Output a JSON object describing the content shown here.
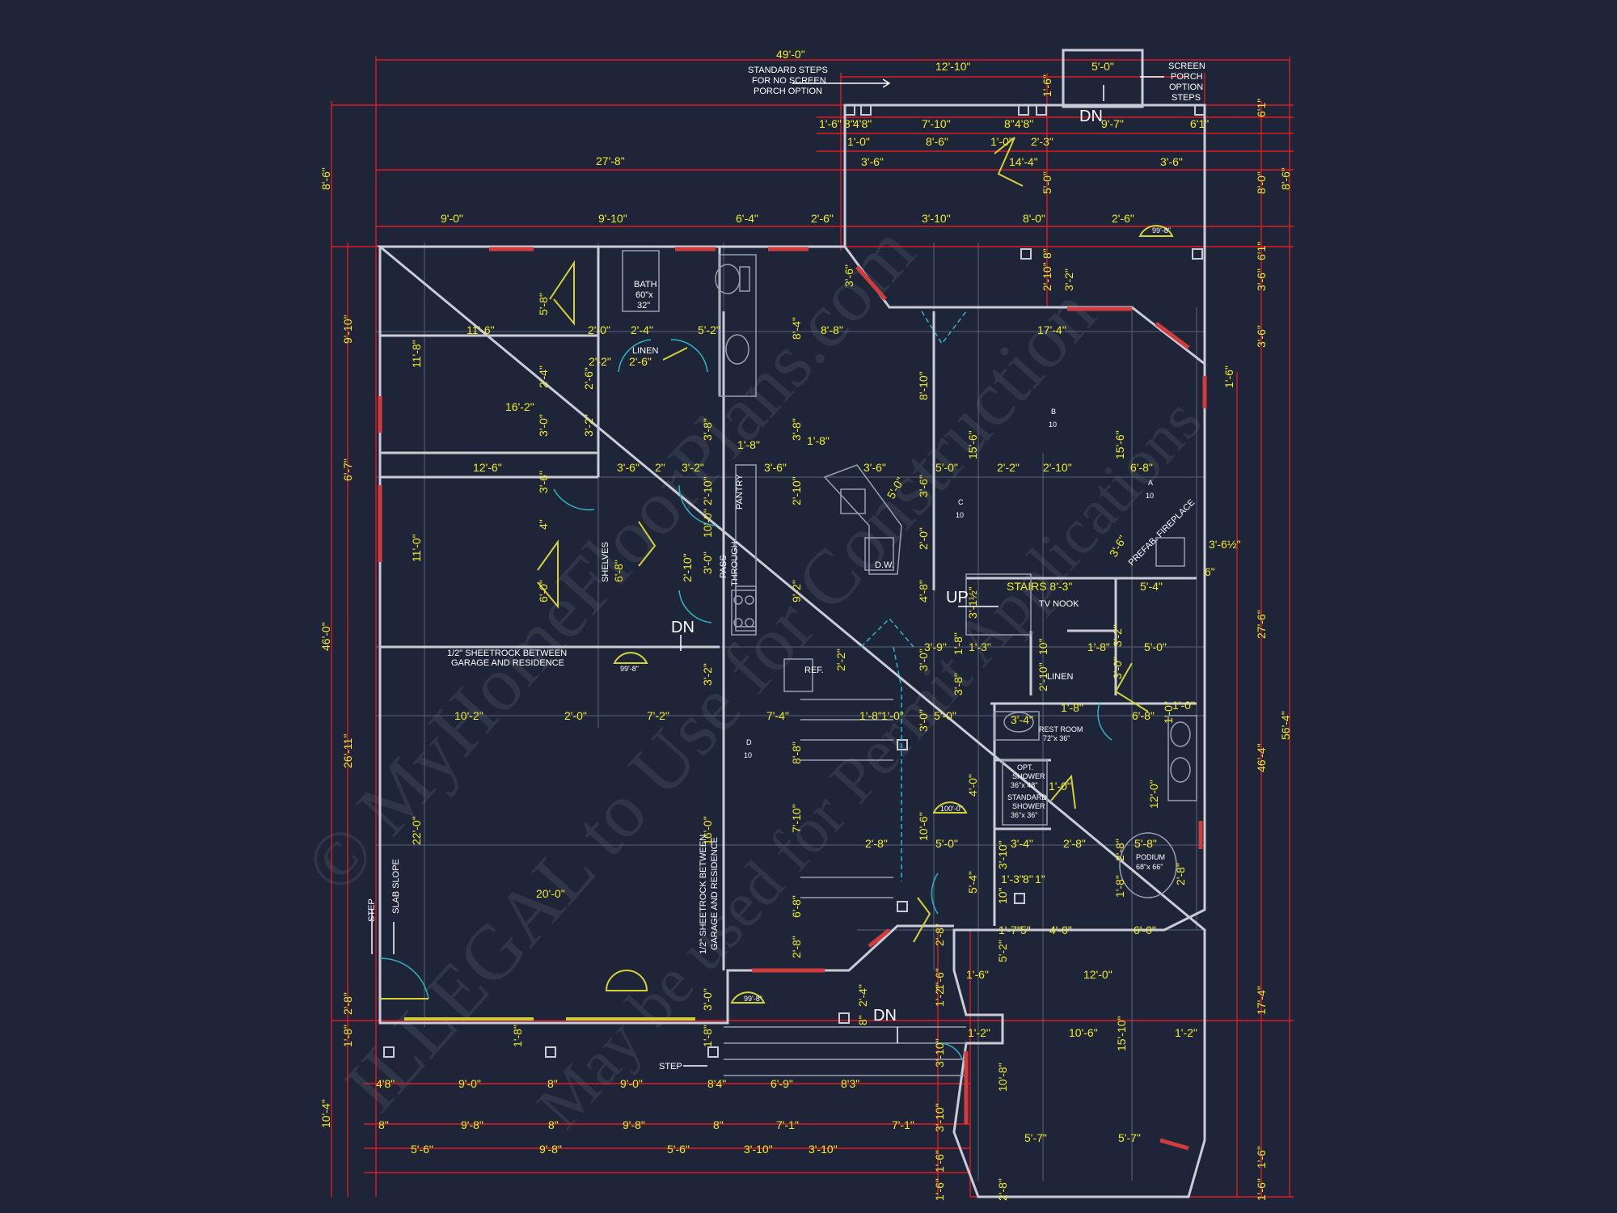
{
  "watermark": {
    "line1": "© MyHomeFloorPlans.com",
    "line2": "ILLEGAL to Use for Construction",
    "line3": "May be used for Permit Applications"
  },
  "notes": {
    "steps_std_1": "STANDARD STEPS",
    "steps_std_2": "FOR NO SCREEN",
    "steps_std_3": "PORCH OPTION",
    "screen_1": "SCREEN",
    "screen_2": "PORCH",
    "screen_3": "OPTION",
    "screen_4": "STEPS",
    "sheetrock_1_a": "1/2\" SHEETROCK BETWEEN",
    "sheetrock_1_b": "GARAGE AND RESIDENCE",
    "sheetrock_2_a": "1/2\" SHEETROCK BETWEEN",
    "sheetrock_2_b": "GARAGE AND RESIDENCE",
    "slab_slope": "SLAB SLOPE",
    "step_garage": "STEP",
    "step_front": "STEP"
  },
  "labels": {
    "dn_top": "DN",
    "dn_mid": "DN",
    "dn_front": "DN",
    "up": "UP",
    "bath_1": "BATH",
    "bath_2": "60\"x",
    "bath_3": "32\"",
    "linen_top": "LINEN",
    "linen_mid": "LINEN",
    "pantry": "PANTRY",
    "pass_1": "PASS",
    "pass_2": "THROUGH",
    "shelves": "SHELVES",
    "dw": "D.W.",
    "ref": "REF.",
    "stairs": "STAIRS 8'-3\"",
    "tv_nook": "TV NOOK",
    "fireplace": "PREFAB. FIREPLACE",
    "restroom_1": "REST ROOM",
    "restroom_2": "72\"x 36\"",
    "shower_1": "OPT.",
    "shower_2": "SHOWER",
    "shower_3": "36\"x 48\"",
    "shower_4": "STANDARD",
    "shower_5": "SHOWER",
    "shower_6": "36\"x 36\"",
    "podium_1": "PODIUM",
    "podium_2": "68\"x 66\"",
    "ceil_1": "99'-8\"",
    "ceil_2": "99'-8\"",
    "ceil_3": "100'-0\"",
    "ceil_4": "99'-8\"",
    "ceil_5": "99'-8\"",
    "room_b": "B",
    "room_b_n": "10",
    "room_c": "C",
    "room_c_n": "10",
    "room_a": "A",
    "room_a_n": "10",
    "room_d": "D",
    "room_d_n": "10"
  },
  "dims": {
    "overall_top": "49'-0\"",
    "porch_width": "12'-10\"",
    "steps_width": "5'-0\"",
    "t_27_8": "27'-8\"",
    "t_9_0": "9'-0\"",
    "t_9_10": "9'-10\"",
    "t_6_4": "6'-4\"",
    "t_2_6a": "2'-6\"",
    "t_3_10": "3'-10\"",
    "t_8_0": "8'-0\"",
    "t_2_6b": "2'-6\"",
    "t_1_6": "1'-6\"",
    "t_8a": "8\"",
    "t_4_8": "4'8\"",
    "t_7_10": "7'-10\"",
    "t_8b": "8\"",
    "t_4_8b": "4'8\"",
    "t_9_7": "9'-7\"",
    "t_6_1": "6'1\"",
    "t_1_0": "1'-0\"",
    "t_8_6": "8'-6\"",
    "t_1_0b": "1'-0\"",
    "t_2_3": "2'-3\"",
    "t_3_6a": "3'-6\"",
    "t_14_4": "14'-4\"",
    "t_3_6b": "3'-6\"",
    "v_8_6_left": "8'-6\"",
    "v_9_10": "9'-10\"",
    "v_6_7": "6'-7\"",
    "v_46_0": "46'-0\"",
    "v_26_11": "26'-11\"",
    "v_2_8": "2'-8\"",
    "v_1_8": "1'-8\"",
    "v_10_4": "10'-4\"",
    "r_6_1": "6'1\"",
    "r_8_0": "8'-0\"",
    "r_8_6": "8'-6\"",
    "r_6_1b": "6'1\"",
    "r_3_6a": "3'-6\"",
    "r_3_6b": "3'-6\"",
    "r_1_6": "1'-6\"",
    "r_27_6": "27'-6\"",
    "r_46_4": "46'-4\"",
    "r_56_4": "56'-4\"",
    "r_17_4": "17'-4\"",
    "r_1_6b": "1'-6\"",
    "r_3_6_half": "3'-6½\"",
    "r_6": "6\"",
    "i_11_6": "11'-6\"",
    "i_2_0a": "2'-0\"",
    "i_2_4": "2'-4\"",
    "i_5_2": "5'-2\"",
    "i_8_8": "8'-8\"",
    "i_17_4": "17'-4\"",
    "i_5_8": "5'-8\"",
    "i_8_4": "8'-4\"",
    "i_11_8": "11'-8\"",
    "i_2_2": "2'-2\"",
    "i_2_6": "2'-6\"",
    "i_16_2": "16'-2\"",
    "i_2_4v": "2'-4\"",
    "i_2_6v": "2'-6\"",
    "i_3_0v": "3'-0\"",
    "i_3_2v": "3'-2\"",
    "i_8_10": "8'-10\"",
    "i_15_6a": "15'-6\"",
    "i_15_6b": "15'-6\"",
    "i_3_8": "3'-8\"",
    "i_3_8b": "3'-8\"",
    "i_1_8a": "1'-8\"",
    "i_1_8b": "1'-8\"",
    "i_12_6": "12'-6\"",
    "i_3_6c": "3'-6\"",
    "i_2in": "2\"",
    "i_3_2": "3'-2\"",
    "i_3_6d": "3'-6\"",
    "i_3_6e": "3'-6\"",
    "i_5_0a": "5'-0\"",
    "i_2_2b": "2'-2\"",
    "i_2_10a": "2'-10\"",
    "i_6_8": "6'-8\"",
    "i_11_0": "11'-0\"",
    "i_3_6v": "3'-6\"",
    "i_4": "4\"",
    "i_6_0v": "6'-0\"",
    "i_2_10v": "2'-10\"",
    "i_2_10w": "2'-10\"",
    "i_10_0v": "10'-0\"",
    "i_3_0w": "3'-0\"",
    "i_9_2": "9'-2\"",
    "i_2_10x": "2'-10\"",
    "i_2_0v": "2'-0\"",
    "i_4_8v": "4'-8\"",
    "i_5_0v": "5'-0\"",
    "i_3_6f": "3'-6\"",
    "i_3_6g": "3'-6\"",
    "i_3_1h": "3'-1½\"",
    "i_5_4": "5'-4\"",
    "i_3_9": "3'-9\"",
    "i_1_3": "1'-3\"",
    "i_1_8c": "1'-8\"",
    "i_5_0b": "5'-0\"",
    "i_10": "10\"",
    "i_2_10y": "2'-10\"",
    "i_3_2w": "3'-2\"",
    "i_3_0x": "3'-0\"",
    "i_2_2v": "2'-2\"",
    "i_3_2x": "3'-2\"",
    "i_3_0y": "3'-0\"",
    "i_1_8d": "1'-8\"",
    "i_3_8v": "3'-8\"",
    "i_6_8b": "6'-8\"",
    "i_1_0v": "1'-0\"",
    "i_1_0w": "1'-0\"",
    "i_10_2": "10'-2\"",
    "i_2_0b": "2'-0\"",
    "i_7_2": "7'-2\"",
    "i_7_4": "7'-4\"",
    "i_1_8e": "1'-8\"",
    "i_1_0x": "1'-0\"",
    "i_5_0c": "5'-0\"",
    "i_3_4": "3'-4\"",
    "i_1_8f": "1'-8\"",
    "i_6_8c": "6'-8\"",
    "i_8_8v": "8'-8\"",
    "i_22_0": "22'-0\"",
    "i_16_0": "16'-0\"",
    "i_7_10v": "7'-10\"",
    "i_10_6": "10'-6\"",
    "i_4_0v": "4'-0\"",
    "i_1_0y": "1'-0\"",
    "i_12_0v": "12'-0\"",
    "i_2_8a": "2'-8\"",
    "i_5_0d": "5'-0\"",
    "i_3_4b": "3'-4\"",
    "i_2_8b": "2'-8\"",
    "i_5_8b": "5'-8\"",
    "i_2_8c": "2'-8\"",
    "i_2_8d": "2'-8\"",
    "i_20_0": "20'-0\"",
    "i_6_8v": "6'-8\"",
    "i_5_4v": "5'-4\"",
    "i_3_10v": "3'-10\"",
    "i_1_3b": "1'-3\"",
    "i_8": "8\"",
    "i_1": "1\"",
    "i_1_8g": "1'-8\"",
    "i_2_8e": "2'-8\"",
    "i_1_7": "1'-7\"",
    "i_5": "5\"",
    "i_4_0": "4'-0\"",
    "i_6_0": "6'-0\"",
    "i_12_0": "12'-0\"",
    "i_3_0z": "3'-0\"",
    "i_2_8f": "2'-8\"",
    "i_2_4w": "2'-4\"",
    "i_1_6c": "1'-6\"",
    "i_1_2a": "1'-2\"",
    "i_10_6b": "10'-6\"",
    "i_1_2b": "1'-2\"",
    "i_15_10": "15'-10\"",
    "i_3_10w": "3'-10\"",
    "i_10_8": "10'-8\"",
    "i_5_7a": "5'-7\"",
    "i_5_7b": "5'-7\"",
    "i_1_6d": "1'-6\"",
    "i_2_8g": "2'-8\"",
    "b_4_8": "4'8\"",
    "b_9_0a": "9'-0\"",
    "b_8a": "8\"",
    "b_9_0b": "9'-0\"",
    "b_8_4": "8'4\"",
    "b_6_9": "6'-9\"",
    "b_8_3": "8'3\"",
    "b_8b": "8\"",
    "b_9_8a": "9'-8\"",
    "b_9_8b": "9'-8\"",
    "b_8c": "8\"",
    "b_7_1": "7'-1\"",
    "b_7_1b": "7'-1\"",
    "b_5_6a": "5'-6\"",
    "b_9_8c": "9'-8\"",
    "b_5_6b": "5'-6\"",
    "b_3_10a": "3'-10\"",
    "b_3_10b": "3'-10\"",
    "b_1_8": "1'-8\"",
    "b_1_6": "1'-6\"",
    "b_1_6b": "1'-6\"",
    "b_1_2": "1'-2\"",
    "b_8d": "8\"",
    "b_3_10c": "3'-10\"",
    "b_3_10d": "3'-10\"",
    "b_1_6c": "1'-6\"",
    "b_1_6e": "1'-6\"",
    "b_2_8": "2'-8\"",
    "b_1_6f": "1'-6\"",
    "b_2_4": "2'-4\""
  }
}
